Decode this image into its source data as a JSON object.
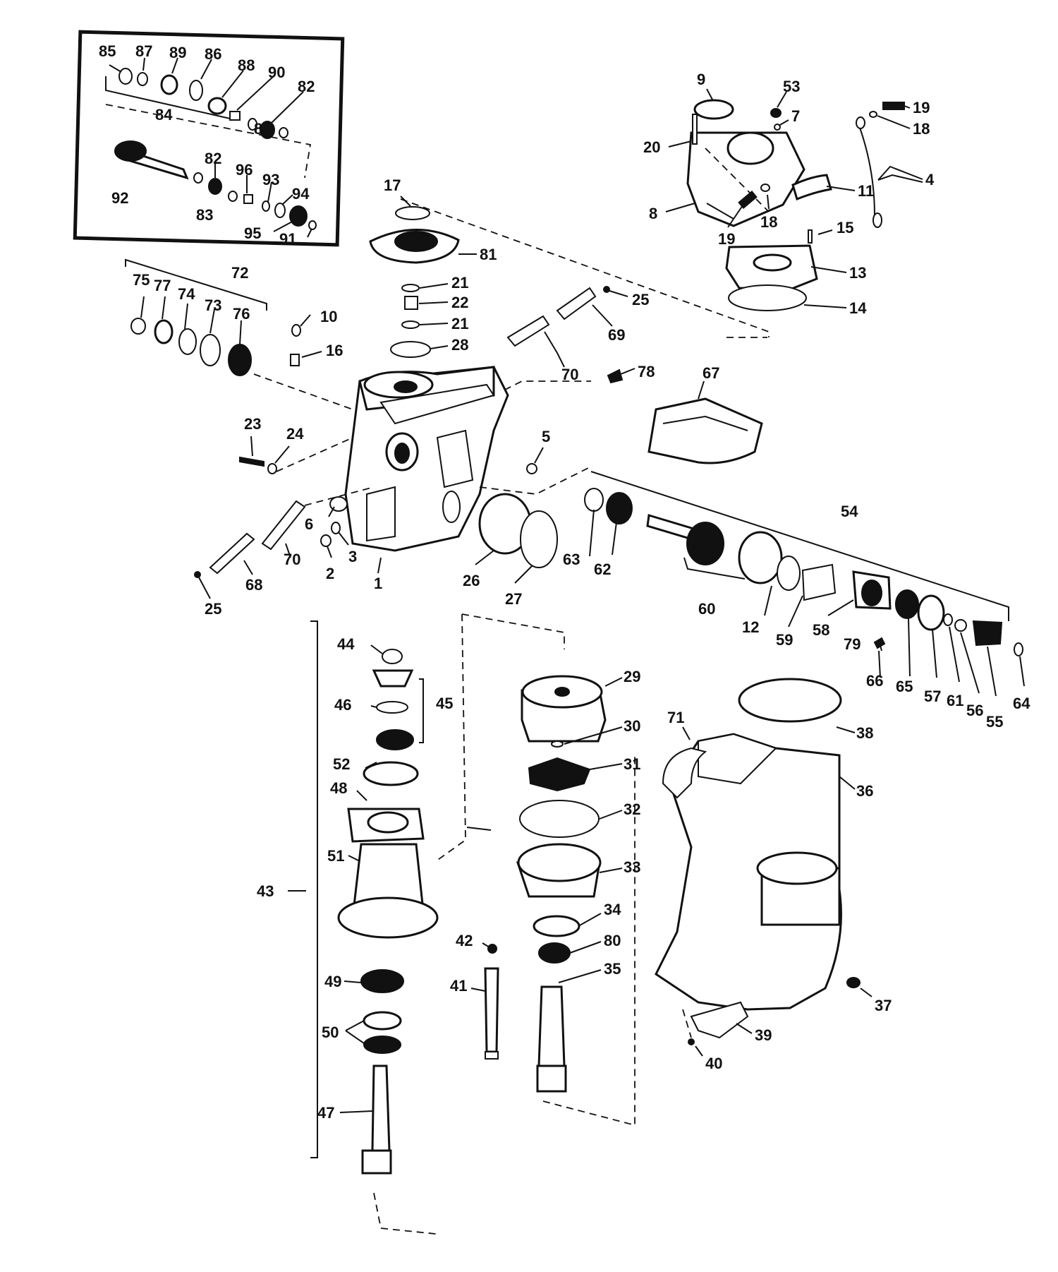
{
  "diagram": {
    "callouts": [
      "85",
      "87",
      "89",
      "86",
      "88",
      "90",
      "82",
      "84",
      "83",
      "92",
      "82",
      "96",
      "93",
      "94",
      "83",
      "95",
      "91",
      "9",
      "53",
      "7",
      "20",
      "19",
      "18",
      "4",
      "11",
      "8",
      "19",
      "18",
      "15",
      "13",
      "14",
      "17",
      "81",
      "21",
      "22",
      "21",
      "28",
      "25",
      "69",
      "70",
      "78",
      "67",
      "72",
      "75",
      "77",
      "74",
      "73",
      "76",
      "10",
      "16",
      "23",
      "24",
      "5",
      "6",
      "3",
      "2",
      "1",
      "70",
      "68",
      "25",
      "26",
      "27",
      "54",
      "63",
      "62",
      "60",
      "12",
      "59",
      "58",
      "79",
      "66",
      "65",
      "57",
      "61",
      "56",
      "55",
      "64",
      "44",
      "45",
      "46",
      "52",
      "48",
      "51",
      "43",
      "49",
      "50",
      "47",
      "29",
      "30",
      "31",
      "32",
      "33",
      "34",
      "42",
      "80",
      "35",
      "41",
      "71",
      "36",
      "38",
      "37",
      "39",
      "40"
    ]
  }
}
